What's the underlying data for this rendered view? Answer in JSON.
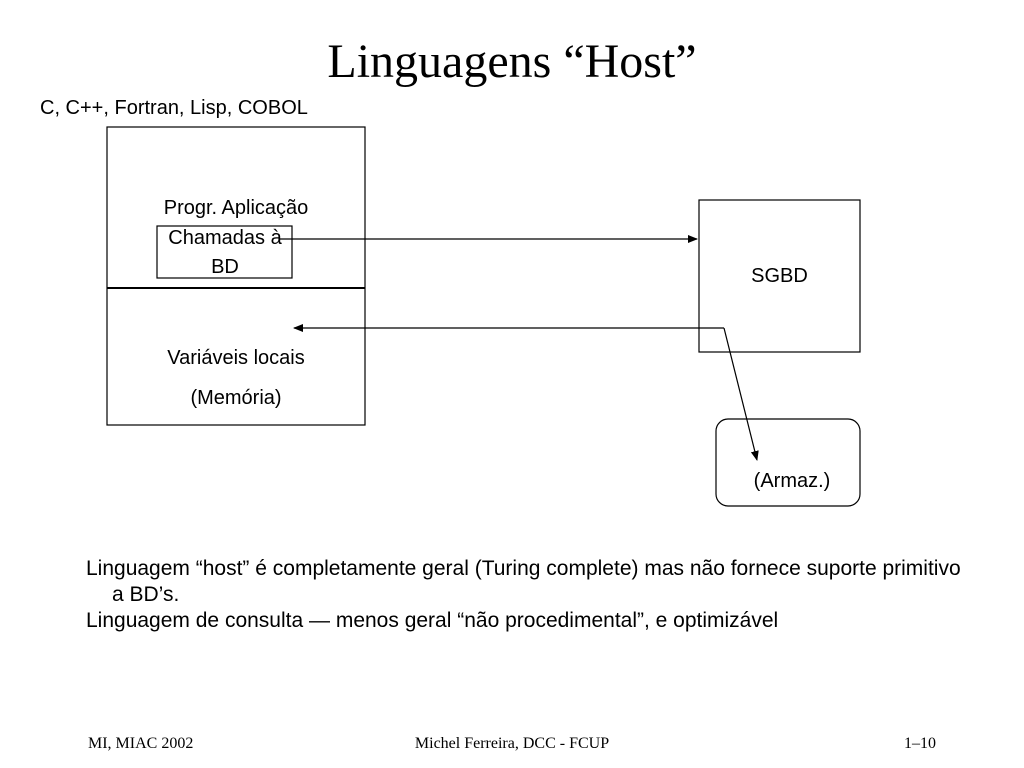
{
  "slide": {
    "title": "Linguagens “Host”",
    "subtitle": "C, C++, Fortran, Lisp, COBOL"
  },
  "diagram": {
    "app_box": {
      "label_line1": "Progr. Aplicação",
      "calls_line1": "Chamadas à",
      "calls_line2": "BD",
      "vars_line1": "Variáveis locais",
      "vars_line2": "(Memória)"
    },
    "sgbd_label": "SGBD",
    "storage_label": "(Armaz.)"
  },
  "body": {
    "line1": "Linguagem “host” é completamente geral (Turing complete) mas não fornece suporte primitivo a BD’s.",
    "line2": "Linguagem de consulta — menos geral “não procedimental”, e optimizável"
  },
  "footer": {
    "left": "MI, MIAC 2002",
    "center": "Michel Ferreira, DCC - FCUP",
    "right": "1–10"
  }
}
